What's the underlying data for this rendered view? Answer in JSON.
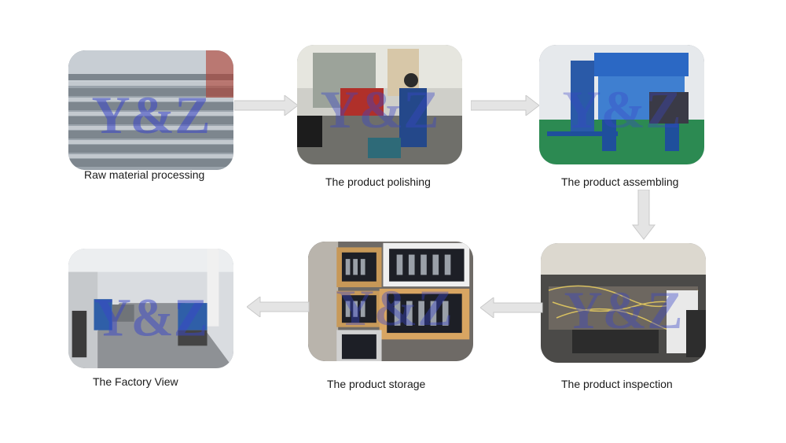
{
  "steps": [
    {
      "caption": "Raw material processing"
    },
    {
      "caption": "The product polishing"
    },
    {
      "caption": "The product assembling"
    },
    {
      "caption": "The product inspection"
    },
    {
      "caption": "The product storage"
    },
    {
      "caption": "The Factory View"
    }
  ],
  "watermark": "Y&Z",
  "colors": {
    "arrow_fill": "#e4e4e4",
    "arrow_stroke": "#c9c9c9",
    "watermark": "#3a46c8"
  }
}
